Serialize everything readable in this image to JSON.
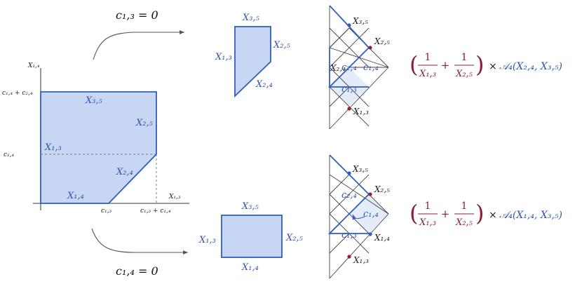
{
  "colors": {
    "region_fill": "#c7d6f3",
    "region_stroke": "#2f5fbf",
    "label_blue": "#2f56a8",
    "formula_maroon": "#8c1c3a",
    "dot_red": "#9b1c2c",
    "dot_blue": "#2f5fbf"
  },
  "conditions": {
    "top": "c₁,₃ = 0",
    "bottom": "c₁,₄ = 0"
  },
  "main_plot": {
    "y_axis_label": "X₁,₄",
    "x_axis_label": "X₁,₃",
    "y_tick_top": "c₁,₄ + c₂,₄",
    "y_tick_mid": "c₁,₄",
    "x_tick_left": "c₁,₃",
    "x_tick_right": "c₁,₃ + c₁,₄",
    "edge_top": "X₃,₅",
    "edge_right": "X₂,₅",
    "edge_diag": "X₂,₄",
    "edge_bottom": "X₁,₄",
    "inner_dashed": "X₁,₃"
  },
  "top_facet": {
    "edge_top": "X₃,₅",
    "edge_left": "X₁,₃",
    "edge_right": "X₂,₅",
    "edge_diag": "X₂,₄"
  },
  "bottom_facet": {
    "edge_top": "X₃,₅",
    "edge_left": "X₁,₃",
    "edge_right": "X₂,₅",
    "edge_bottom": "X₁,₄"
  },
  "top_mesh": {
    "cell_upper": "c₂,₄",
    "cell_right": "c₁,₄",
    "cell_lower": "c₁,₃",
    "label_X35": "X₃,₅",
    "label_X25": "X₂,₅",
    "label_X24": "X₂,₄",
    "label_X13": "X₁,₃"
  },
  "bottom_mesh": {
    "cell_upper": "c₂,₄",
    "cell_right": "c₁,₄",
    "cell_lower": "c₁,₃",
    "label_X35": "X₃,₅",
    "label_X25": "X₂,₅",
    "label_X14": "X₁,₄",
    "label_X13": "X₁,₃"
  },
  "formula_top": {
    "num1": "1",
    "den1": "X₁,₃",
    "plus": "+",
    "num2": "1",
    "den2": "X₂,₅",
    "times": "×",
    "amp": "𝒜₄(X₂,₄, X₃,₅)"
  },
  "formula_bottom": {
    "num1": "1",
    "den1": "X₁,₃",
    "plus": "+",
    "num2": "1",
    "den2": "X₂,₅",
    "times": "×",
    "amp": "𝒜₄(X₁,₄, X₃,₅)"
  }
}
